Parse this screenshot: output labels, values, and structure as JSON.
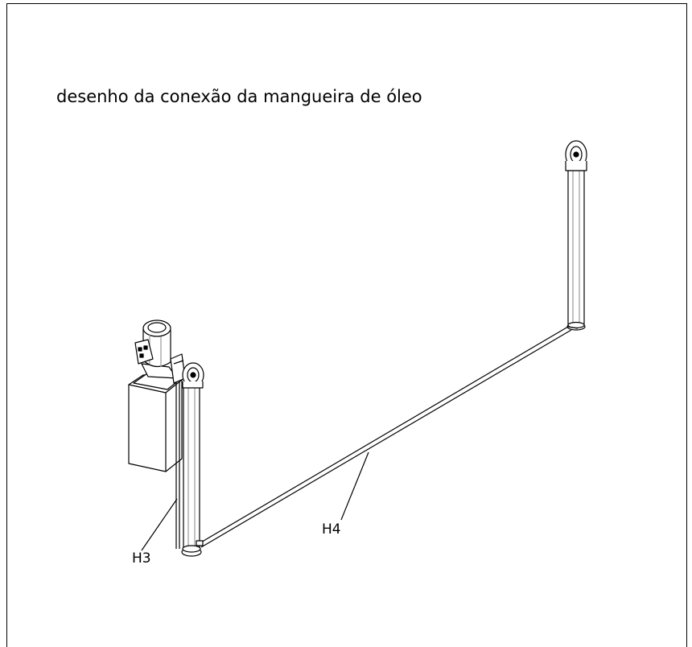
{
  "title": "desenho da conexão da mangueira de óleo",
  "labels": {
    "h3": "H3",
    "h4": "H4"
  },
  "colors": {
    "line": "#000000",
    "shade": "#9a9a9a",
    "fill": "#ffffff"
  }
}
